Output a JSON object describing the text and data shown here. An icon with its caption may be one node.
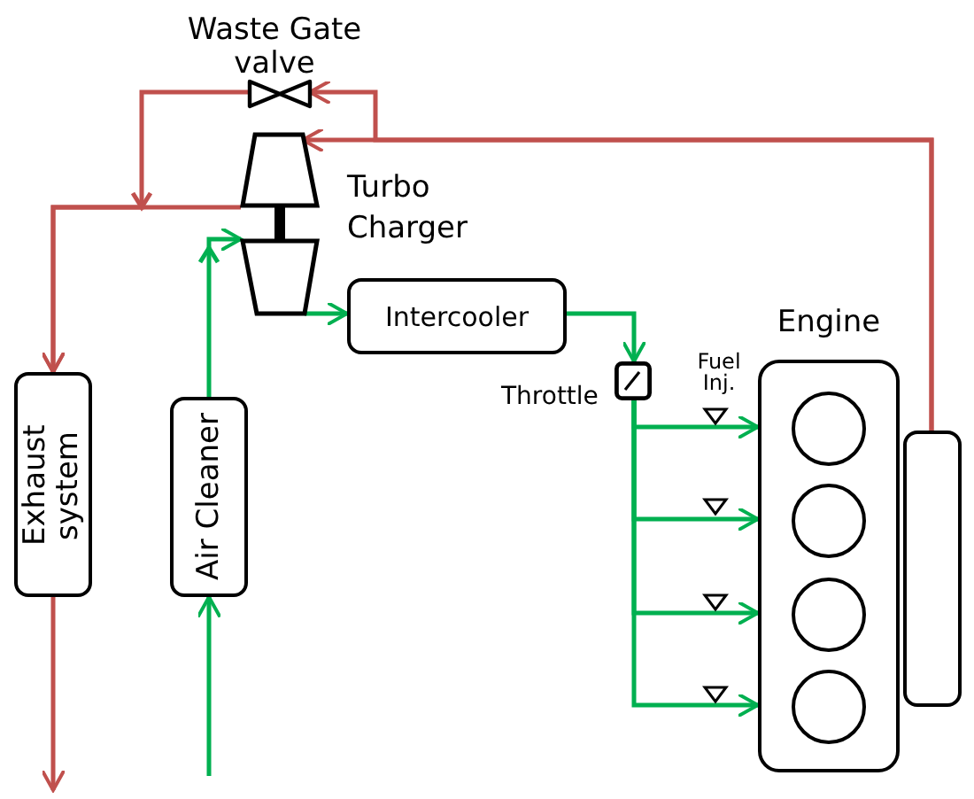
{
  "diagram": {
    "nodes": [
      {
        "text": [
          "Waste Gate valve"
        ]
      },
      {
        "text": [],
        "shape": "trapezoid"
      },
      {
        "text": [],
        "shape": "trapezoid"
      },
      {
        "text": [
          "Intercooler"
        ]
      },
      {
        "text": [],
        "shape": "box",
        "beside": [
          "Throttle"
        ]
      },
      {
        "text": [
          "Engine"
        ]
      },
      {
        "text": [],
        "shape": "circle",
        "in": 5
      },
      {
        "text": [],
        "shape": "circle",
        "in": 5
      },
      {
        "text": [],
        "shape": "circle",
        "in": 5
      },
      {
        "text": [],
        "shape": "circle",
        "in": 5
      },
      {
        "text": [],
        "shape": "box"
      },
      {
        "text": [
          "Exhaust system"
        ]
      },
      {
        "text": [
          "Air Cleaner"
        ]
      }
    ],
    "edges": [
      {
        "from": 10,
        "to": 1,
        "arrow": "to",
        "color": "#c0504d"
      },
      {
        "from": 10,
        "to": 0,
        "arrow": "to",
        "color": "#c0504d"
      },
      {
        "from": 0,
        "to": 11,
        "arrow": "to",
        "color": "#c0504d"
      },
      {
        "from": 1,
        "to": 11,
        "arrow": "to",
        "color": "#c0504d"
      },
      {
        "from": 11,
        "to": null,
        "arrow": "to",
        "color": "#c0504d"
      },
      {
        "from": null,
        "to": 12,
        "arrow": "to",
        "color": "#00b050"
      },
      {
        "from": 12,
        "to": 2,
        "arrow": "to",
        "color": "#00b050"
      },
      {
        "from": 2,
        "to": 3,
        "arrow": "to",
        "color": "#00b050"
      },
      {
        "from": 3,
        "to": 4,
        "arrow": "to",
        "color": "#00b050"
      },
      {
        "from": 4,
        "to": 5,
        "arrow": "to",
        "color": "#00b050"
      },
      {
        "from": 4,
        "to": 5,
        "arrow": "to",
        "color": "#00b050"
      },
      {
        "from": 4,
        "to": 5,
        "arrow": "to",
        "color": "#00b050"
      },
      {
        "from": 4,
        "to": 5,
        "arrow": "to",
        "color": "#00b050"
      },
      {
        "from": 1,
        "to": 2,
        "arrow": "none",
        "style": "thick",
        "color": "#000000"
      }
    ],
    "labels": [
      "Turbo Charger",
      "Fuel Inj."
    ]
  }
}
